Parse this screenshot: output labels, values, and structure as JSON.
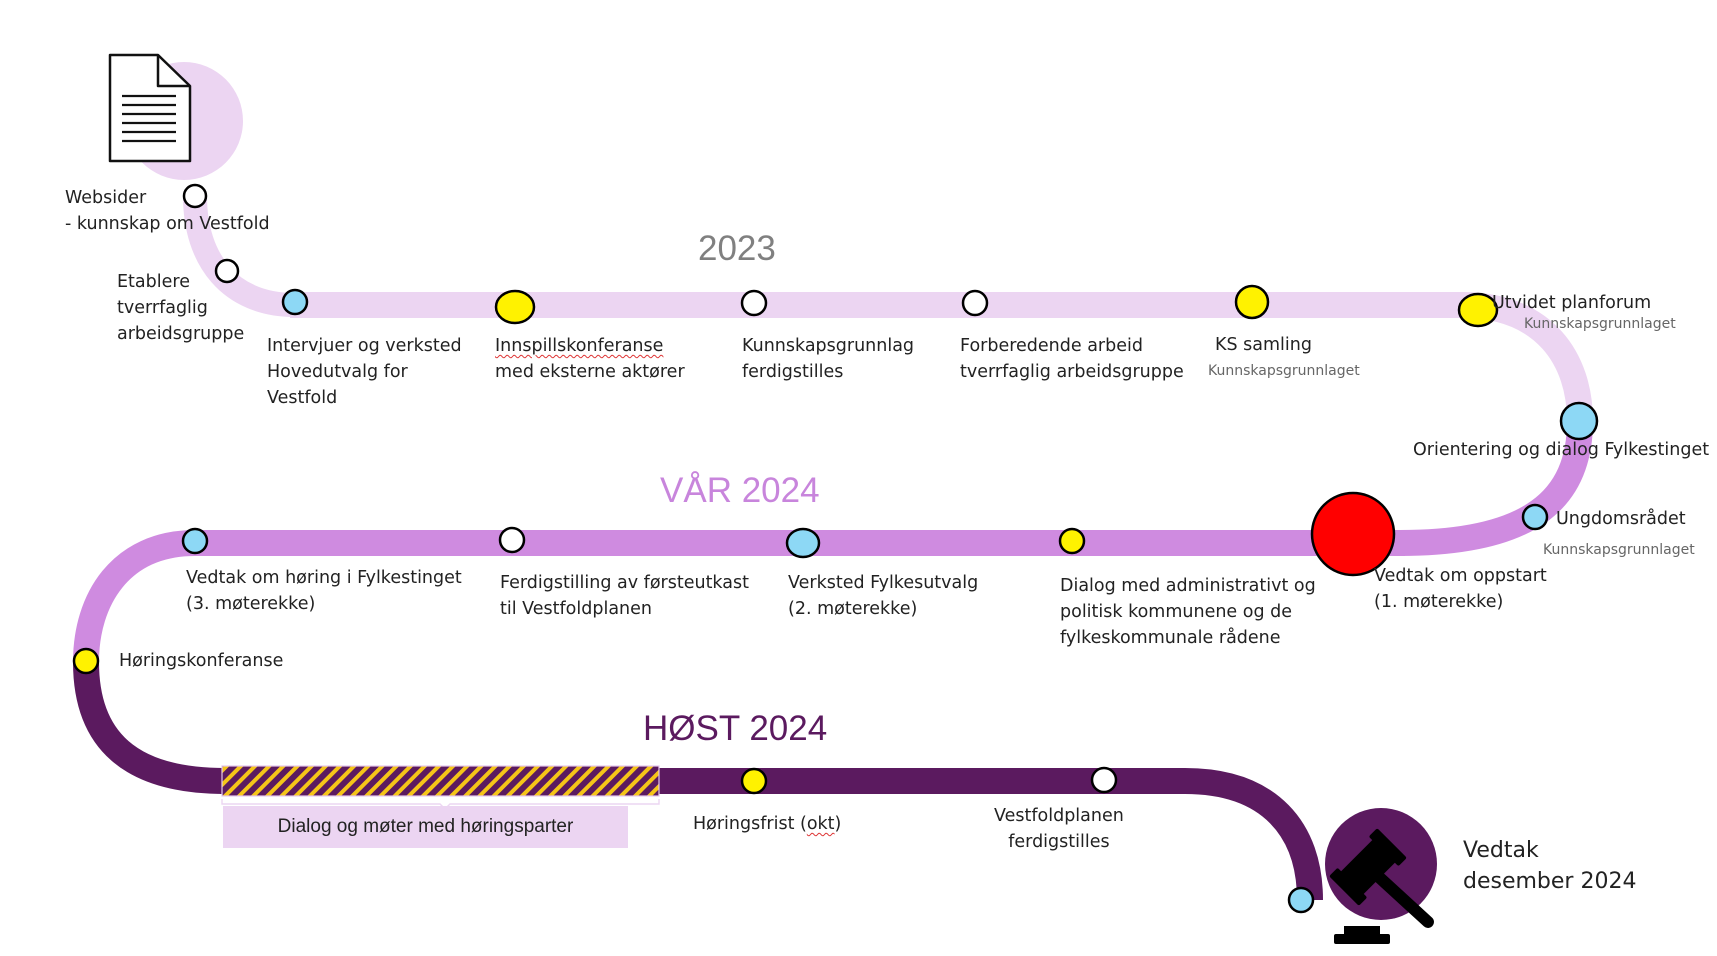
{
  "colors": {
    "track_2023": "#ecd5f2",
    "track_spring_2024": "#cf8be0",
    "track_autumn_2024": "#5b1a5f",
    "year_2023": "#808080",
    "year_spring_2024": "#c885dc",
    "year_autumn_2024": "#5b1a5f",
    "milestone_white": "#ffffff",
    "milestone_blue": "#8dd8f5",
    "milestone_yellow": "#fff200",
    "milestone_red": "#ff0000"
  },
  "icons": {
    "start": "document-icon",
    "end": "gavel-icon"
  },
  "years": {
    "y2023": "2023",
    "spring_2024": "VÅR 2024",
    "autumn_2024": "HØST 2024"
  },
  "milestones": {
    "websider": {
      "line1": "Websider",
      "line2": "- kunnskap om Vestfold"
    },
    "etablere": {
      "line1": "Etablere",
      "line2": "tverrfaglig",
      "line3": "arbeidsgruppe"
    },
    "intervjuer": {
      "line1": "Intervjuer og verksted",
      "line2": "Hovedutvalg for",
      "line3": "Vestfold"
    },
    "innspill": {
      "line1": "Innspillskonferanse",
      "line2": "med eksterne aktører"
    },
    "kunnskap_ferdig": {
      "line1": "Kunnskapsgrunnlag",
      "line2": "ferdigstilles"
    },
    "forberedende": {
      "line1": "Forberedende arbeid",
      "line2": "tverrfaglig arbeidsgruppe"
    },
    "ks_samling": {
      "line1": "KS samling",
      "sub": "Kunnskapsgrunnlaget"
    },
    "utvidet": {
      "line1": "Utvidet planforum",
      "sub": "Kunnskapsgrunnlaget"
    },
    "orientering": {
      "line1": "Orientering og dialog Fylkestinget"
    },
    "ungdomsradet": {
      "line1": "Ungdomsrådet",
      "sub": "Kunnskapsgrunnlaget"
    },
    "vedtak_oppstart": {
      "line1": "Vedtak om oppstart",
      "line2": "(1. møterekke)"
    },
    "dialog_kommunene": {
      "line1": "Dialog med administrativt og",
      "line2": "politisk kommunene og de",
      "line3": "fylkeskommunale rådene"
    },
    "verksted_fu": {
      "line1": "Verksted Fylkesutvalg",
      "line2": "(2. møterekke)"
    },
    "forsteutkast": {
      "line1": "Ferdigstilling av førsteutkast",
      "line2": "til Vestfoldplanen"
    },
    "vedtak_horing": {
      "line1": "Vedtak om høring i Fylkestinget",
      "line2": "(3. møterekke)"
    },
    "horingskonferanse": {
      "line1": "Høringskonferanse"
    },
    "dialog_moter": {
      "label": "Dialog og møter med høringsparter"
    },
    "horingsfrist": {
      "prefix": "Høringsfrist (",
      "wavy": "okt",
      "suffix": ")"
    },
    "vestfoldplanen": {
      "line1": "Vestfoldplanen",
      "line2": "ferdigstilles"
    },
    "vedtak_des": {
      "line1": "Vedtak",
      "line2": "desember 2024"
    }
  }
}
